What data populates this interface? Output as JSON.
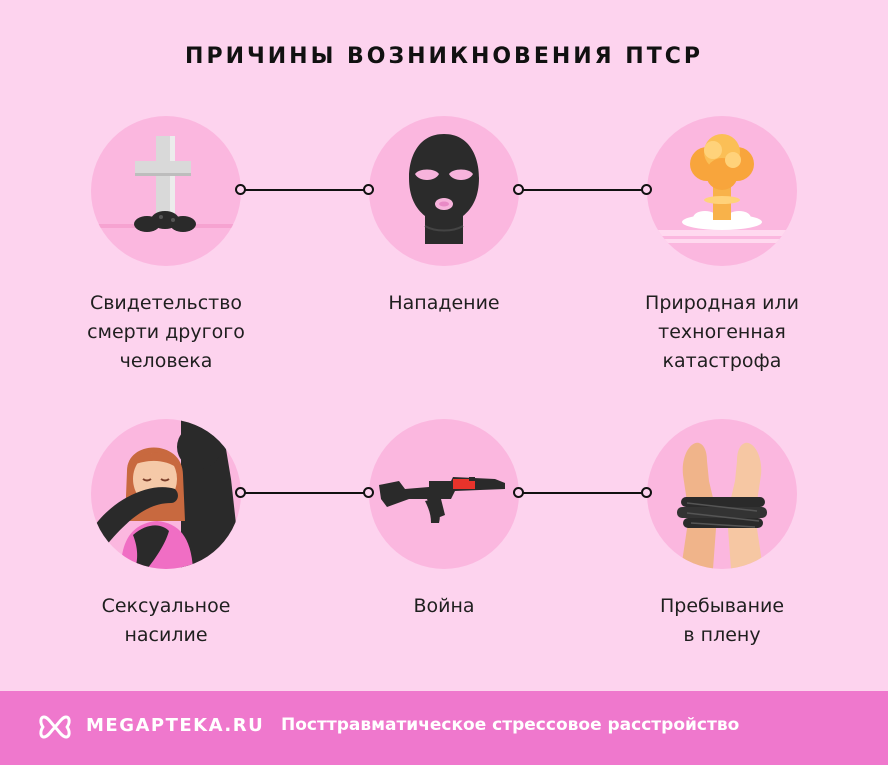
{
  "title": "ПРИЧИНЫ ВОЗНИКНОВЕНИЯ ПТСР",
  "causes": [
    {
      "icon": "cross-grave-icon",
      "label_lines": [
        "Свидетельство",
        "смерти другого",
        "человека"
      ]
    },
    {
      "icon": "balaclava-mask-icon",
      "label_lines": [
        "Нападение"
      ]
    },
    {
      "icon": "explosion-icon",
      "label_lines": [
        "Природная или",
        "техногенная",
        "катастрофа"
      ]
    },
    {
      "icon": "assault-victim-icon",
      "label_lines": [
        "Сексуальное",
        "насилие"
      ]
    },
    {
      "icon": "rifle-icon",
      "label_lines": [
        "Война"
      ]
    },
    {
      "icon": "bound-hands-icon",
      "label_lines": [
        "Пребывание",
        "в плену"
      ]
    }
  ],
  "footer": {
    "logo_icon": "megapteka-logo-icon",
    "brand": "MEGAPTEKA.RU",
    "subtitle": "Посттравматическое стрессовое расстройство"
  },
  "colors": {
    "background": "#fdd3ee",
    "circle": "#fbb7df",
    "footer": "#ef78cd",
    "text": "#1f1f1f"
  }
}
